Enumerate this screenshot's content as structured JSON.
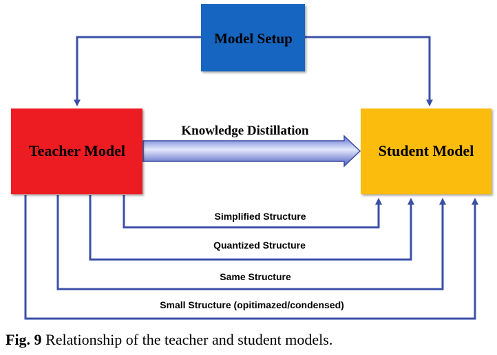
{
  "colors": {
    "setup_fill": "#1565c0",
    "teacher_fill": "#ed1c24",
    "student_fill": "#fbbc0b",
    "connector": "#3a4fa8",
    "text": "#000000"
  },
  "nodes": {
    "setup": "Model Setup",
    "teacher": "Teacher Model",
    "student": "Student Model"
  },
  "distillation_label": "Knowledge Distillation",
  "structures": [
    "Simplified Structure",
    "Quantized Structure",
    "Same Structure",
    "Small Structure (opitimazed/condensed)"
  ],
  "caption": {
    "label": "Fig. 9",
    "text": " Relationship of the teacher and student models."
  }
}
